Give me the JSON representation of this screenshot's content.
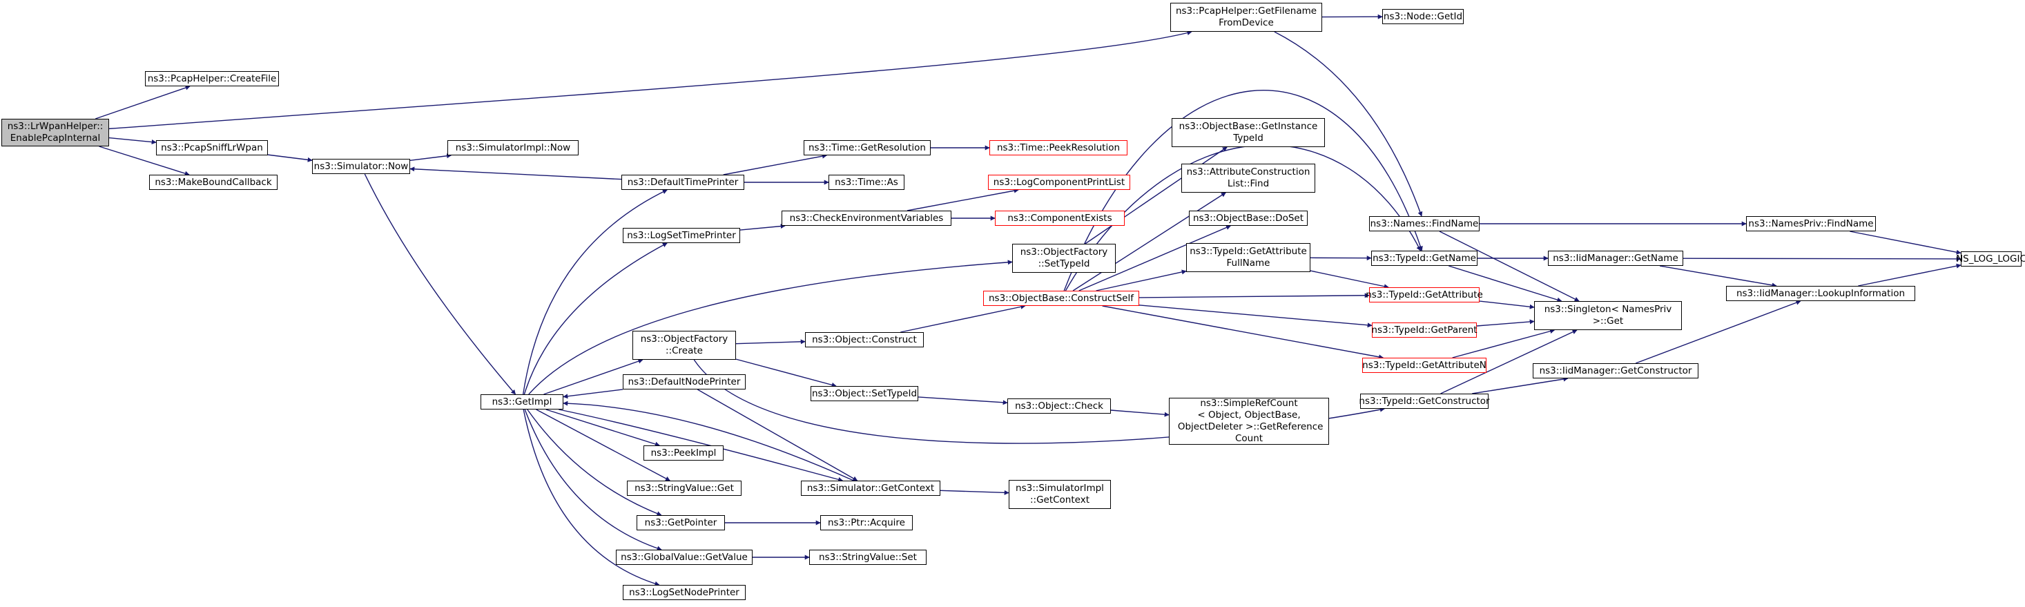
{
  "diagram": {
    "colors": {
      "edge": "#191970",
      "box_border": "#000000",
      "incomplete_border": "#ff0000",
      "root_fill": "#bfbfbf"
    },
    "nodes": [
      {
        "id": "enable",
        "label": "ns3::LrWpanHelper::\nEnablePcapInternal",
        "root": true
      },
      {
        "id": "createfile",
        "label": "ns3::PcapHelper::CreateFile"
      },
      {
        "id": "sniff",
        "label": "ns3::PcapSniffLrWpan"
      },
      {
        "id": "mbc",
        "label": "ns3::MakeBoundCallback"
      },
      {
        "id": "simnow",
        "label": "ns3::Simulator::Now"
      },
      {
        "id": "implnow",
        "label": "ns3::SimulatorImpl::Now"
      },
      {
        "id": "getimpl",
        "label": "ns3::GetImpl"
      },
      {
        "id": "dtp",
        "label": "ns3::DefaultTimePrinter"
      },
      {
        "id": "lstp",
        "label": "ns3::LogSetTimePrinter"
      },
      {
        "id": "ofcreate",
        "label": "ns3::ObjectFactory\n::Create"
      },
      {
        "id": "dnp",
        "label": "ns3::DefaultNodePrinter"
      },
      {
        "id": "peekimpl",
        "label": "ns3::PeekImpl"
      },
      {
        "id": "svget",
        "label": "ns3::StringValue::Get"
      },
      {
        "id": "getptr",
        "label": "ns3::GetPointer"
      },
      {
        "id": "gvget",
        "label": "ns3::GlobalValue::GetValue"
      },
      {
        "id": "lsnp",
        "label": "ns3::LogSetNodePrinter"
      },
      {
        "id": "timeres",
        "label": "ns3::Time::GetResolution"
      },
      {
        "id": "timeas",
        "label": "ns3::Time::As"
      },
      {
        "id": "peekres",
        "label": "ns3::Time::PeekResolution",
        "red": true
      },
      {
        "id": "cev",
        "label": "ns3::CheckEnvironmentVariables"
      },
      {
        "id": "lcpl",
        "label": "ns3::LogComponentPrintList",
        "red": true
      },
      {
        "id": "compex",
        "label": "ns3::ComponentExists",
        "red": true
      },
      {
        "id": "ofsettid",
        "label": "ns3::ObjectFactory\n::SetTypeId"
      },
      {
        "id": "objconstruct",
        "label": "ns3::Object::Construct"
      },
      {
        "id": "objsettid",
        "label": "ns3::Object::SetTypeId"
      },
      {
        "id": "objcheck",
        "label": "ns3::Object::Check"
      },
      {
        "id": "srcount",
        "label": "ns3::SimpleRefCount\n< Object, ObjectBase,\n ObjectDeleter >::GetReference\nCount"
      },
      {
        "id": "simctx",
        "label": "ns3::Simulator::GetContext"
      },
      {
        "id": "implctx",
        "label": "ns3::SimulatorImpl\n::GetContext"
      },
      {
        "id": "ptracq",
        "label": "ns3::Ptr::Acquire"
      },
      {
        "id": "svset",
        "label": "ns3::StringValue::Set"
      },
      {
        "id": "obcs",
        "label": "ns3::ObjectBase::ConstructSelf",
        "red": true
      },
      {
        "id": "obgit",
        "label": "ns3::ObjectBase::GetInstance\nTypeId"
      },
      {
        "id": "aclf",
        "label": "ns3::AttributeConstruction\nList::Find"
      },
      {
        "id": "obdoset",
        "label": "ns3::ObjectBase::DoSet"
      },
      {
        "id": "tidgafn",
        "label": "ns3::TypeId::GetAttribute\nFullName"
      },
      {
        "id": "phgfn",
        "label": "ns3::PcapHelper::GetFilename\nFromDevice"
      },
      {
        "id": "nodegetid",
        "label": "ns3::Node::GetId"
      },
      {
        "id": "namesfind",
        "label": "ns3::Names::FindName"
      },
      {
        "id": "tidgetname",
        "label": "ns3::TypeId::GetName"
      },
      {
        "id": "tidgetattr",
        "label": "ns3::TypeId::GetAttribute",
        "red": true
      },
      {
        "id": "tidgetparent",
        "label": "ns3::TypeId::GetParent",
        "red": true
      },
      {
        "id": "tidgetattrn",
        "label": "ns3::TypeId::GetAttributeN",
        "red": true
      },
      {
        "id": "tidgetctor",
        "label": "ns3::TypeId::GetConstructor"
      },
      {
        "id": "singleton",
        "label": "ns3::Singleton< NamesPriv\n>::Get"
      },
      {
        "id": "npfind",
        "label": "ns3::NamesPriv::FindName"
      },
      {
        "id": "iidgetname",
        "label": "ns3::IidManager::GetName"
      },
      {
        "id": "iidgetctor",
        "label": "ns3::IidManager::GetConstructor"
      },
      {
        "id": "iidlookup",
        "label": "ns3::IidManager::LookupInformation"
      },
      {
        "id": "nslog",
        "label": "NS_LOG_LOGIC"
      }
    ]
  }
}
